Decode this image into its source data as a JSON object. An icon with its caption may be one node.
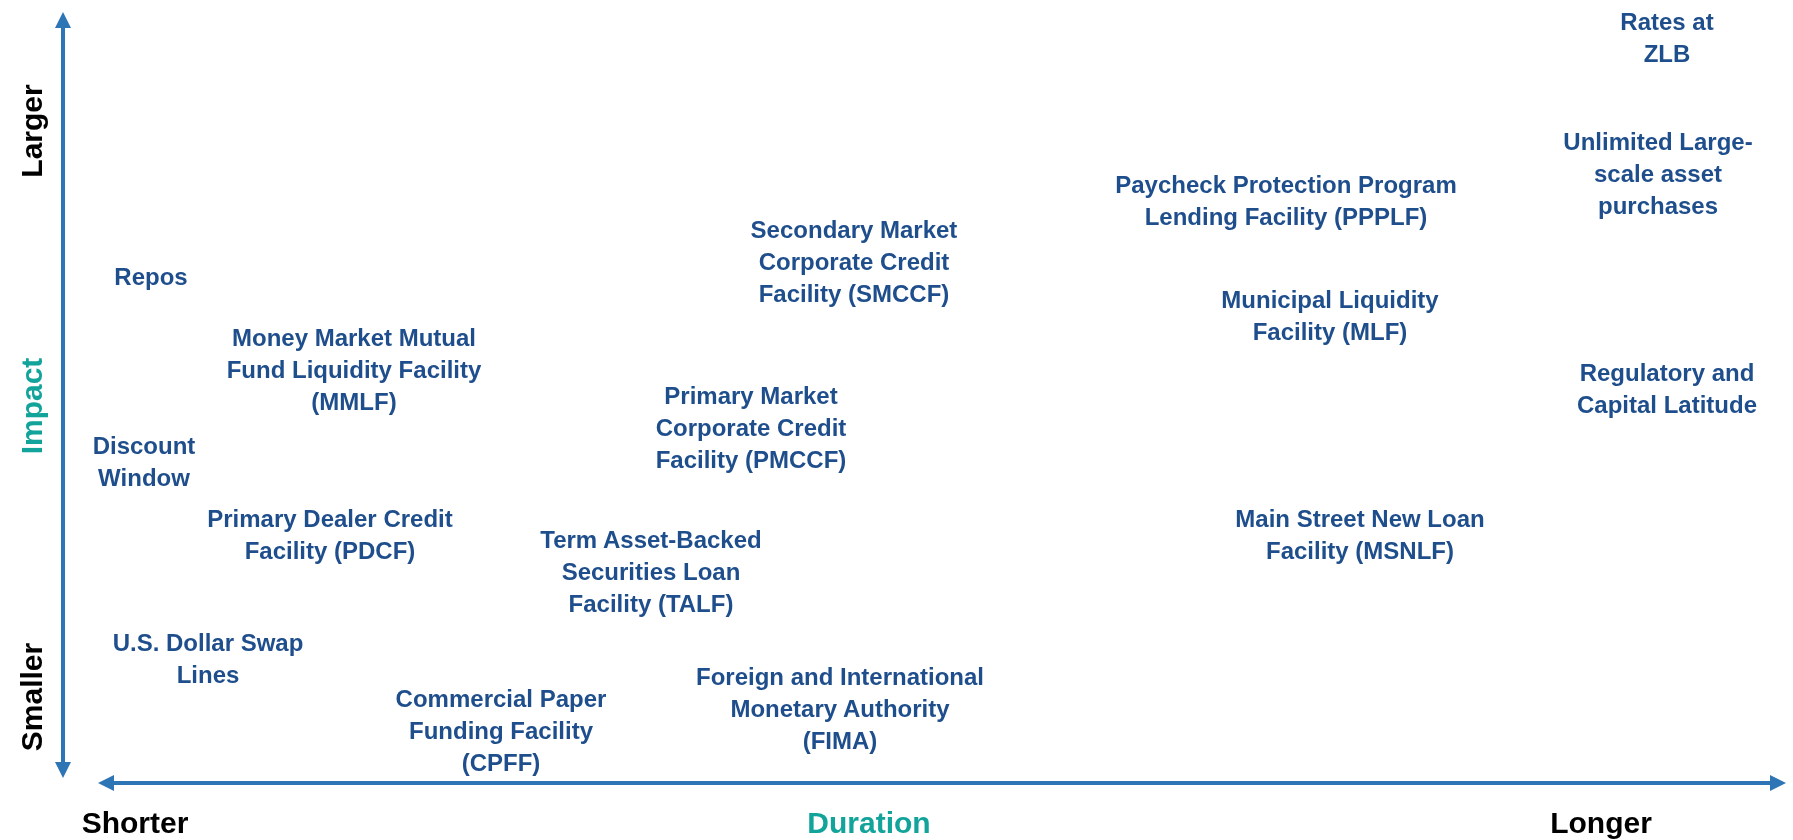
{
  "diagram": {
    "labels": [
      "Rates at ZLB",
      "Larger",
      "Unlimited Large-scale asset purchases",
      "Paycheck Protection Program Lending Facility (PPPLF)",
      "Secondary Market Corporate Credit Facility (SMCCF)",
      "Repos",
      "Municipal Liquidity Facility (MLF)",
      "Money Market Mutual Fund Liquidity Facility (MMLF)",
      "Impact",
      "Regulatory and Capital Latitude",
      "Primary Market Corporate Credit Facility (PMCCF)",
      "Discount Window",
      "Primary Dealer Credit Facility (PDCF)",
      "Main Street New Loan Facility (MSNLF)",
      "Term Asset-Backed Securities Loan Facility (TALF)",
      "U.S. Dollar Swap Lines",
      "Smaller",
      "Foreign and International Monetary Authority (FIMA)",
      "Commercial Paper Funding Facility (CPFF)",
      "Shorter",
      "Duration",
      "Longer"
    ]
  }
}
